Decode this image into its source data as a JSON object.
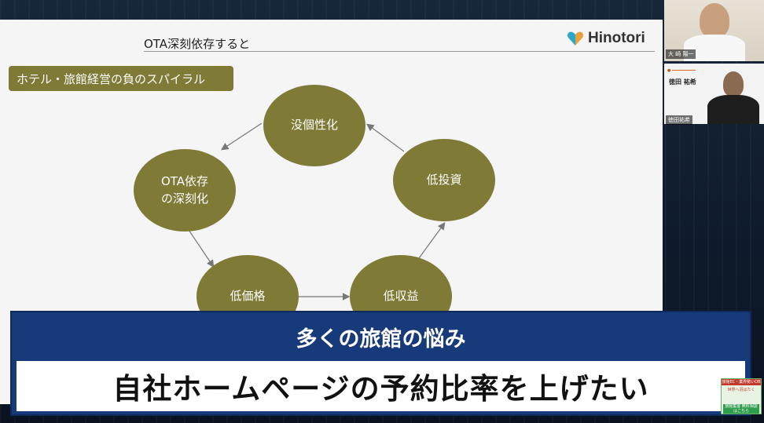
{
  "slide": {
    "title": "OTA深刻依存すると",
    "logo_text": "Hinotori",
    "label": "ホテル・旅館経営の負のスパイラル",
    "nodes": {
      "n1": "没個性化",
      "n2": "低投資",
      "n3": "低収益",
      "n4": "低価格",
      "n5_line1": "OTA依存",
      "n5_line2": "の深刻化"
    }
  },
  "banner": {
    "heading": "多くの旅館の悩み",
    "body": "自社ホームページの予約比率を上げたい"
  },
  "video_panel": {
    "participant1_tag": "大 崎 陽一",
    "participant2_name": "徳田 祐希",
    "participant2_tag": "徳田祐希"
  },
  "cta": {
    "top": "旅館EC・業界勢いOB",
    "mid": "世界へ羽ばたく",
    "bottom": "旅館集客 無料相談はこちら"
  },
  "colors": {
    "node": "#7f7a36",
    "banner": "#173a7a"
  }
}
